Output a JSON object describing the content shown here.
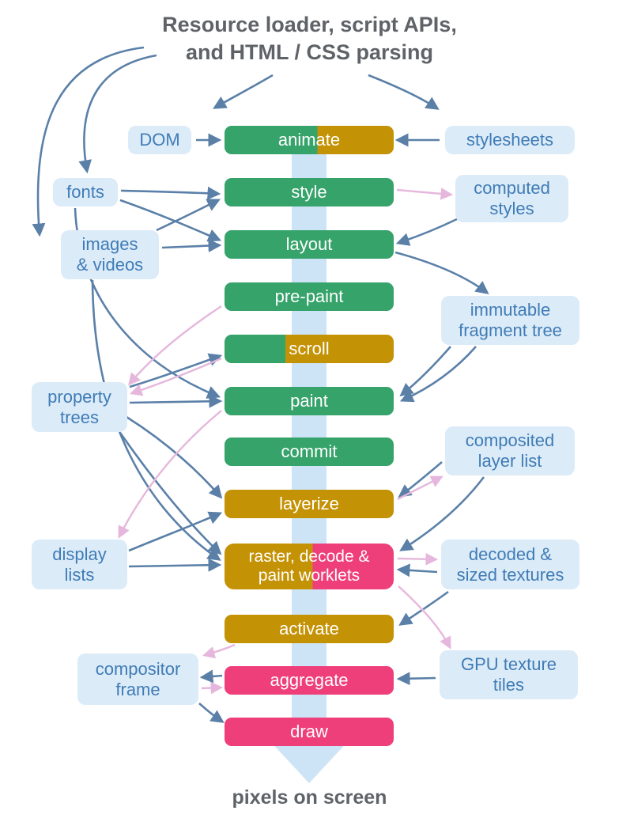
{
  "title": {
    "line1": "Resource loader, script APIs,",
    "line2": "and HTML / CSS parsing"
  },
  "footer_label": "pixels on screen",
  "palette": {
    "stage_green": "#35a36a",
    "stage_gold": "#c49205",
    "stage_pink": "#ef3f7b",
    "side_box_bg": "#dcebf8",
    "side_box_text": "#3f7cb6",
    "central_band": "#cde4f6",
    "arrow_dark": "#5b80a8",
    "arrow_pink": "#e6b7dc",
    "title_text": "#5f6368"
  },
  "stages": [
    {
      "label": "animate",
      "color": "green+gold"
    },
    {
      "label": "style",
      "color": "green"
    },
    {
      "label": "layout",
      "color": "green"
    },
    {
      "label": "pre-paint",
      "color": "green"
    },
    {
      "label": "scroll",
      "color": "green+gold"
    },
    {
      "label": "paint",
      "color": "green"
    },
    {
      "label": "commit",
      "color": "green"
    },
    {
      "label": "layerize",
      "color": "gold"
    },
    {
      "label": "raster, decode &\npaint worklets",
      "color": "gold+pink"
    },
    {
      "label": "activate",
      "color": "gold"
    },
    {
      "label": "aggregate",
      "color": "pink"
    },
    {
      "label": "draw",
      "color": "pink"
    }
  ],
  "side_nodes": [
    {
      "label": "DOM",
      "side": "left"
    },
    {
      "label": "stylesheets",
      "side": "right"
    },
    {
      "label": "fonts",
      "side": "left"
    },
    {
      "label": "computed\nstyles",
      "side": "right"
    },
    {
      "label": "images\n& videos",
      "side": "left"
    },
    {
      "label": "immutable\nfragment tree",
      "side": "right"
    },
    {
      "label": "property\ntrees",
      "side": "left"
    },
    {
      "label": "composited\nlayer list",
      "side": "right"
    },
    {
      "label": "display\nlists",
      "side": "left"
    },
    {
      "label": "decoded &\nsized textures",
      "side": "right"
    },
    {
      "label": "compositor\nframe",
      "side": "left"
    },
    {
      "label": "GPU texture\ntiles",
      "side": "right"
    }
  ],
  "edges": [
    {
      "from": "resource loader",
      "to": "animate area",
      "kind": "dark"
    },
    {
      "from": "resource loader",
      "to": "stylesheets",
      "kind": "dark"
    },
    {
      "from": "resource loader",
      "to": "fonts",
      "kind": "dark"
    },
    {
      "from": "resource loader",
      "to": "images & videos",
      "kind": "dark"
    },
    {
      "from": "DOM",
      "to": "animate",
      "kind": "dark"
    },
    {
      "from": "stylesheets",
      "to": "animate",
      "kind": "dark"
    },
    {
      "from": "fonts",
      "to": "style",
      "kind": "dark"
    },
    {
      "from": "fonts",
      "to": "layout",
      "kind": "dark"
    },
    {
      "from": "fonts",
      "to": "paint",
      "kind": "dark"
    },
    {
      "from": "images & videos",
      "to": "style",
      "kind": "dark"
    },
    {
      "from": "images & videos",
      "to": "layout",
      "kind": "dark"
    },
    {
      "from": "images & videos",
      "to": "raster, decode & paint worklets",
      "kind": "dark"
    },
    {
      "from": "computed styles",
      "to": "layout",
      "kind": "dark"
    },
    {
      "from": "layout",
      "to": "immutable fragment tree",
      "kind": "dark"
    },
    {
      "from": "immutable fragment tree",
      "to": "paint",
      "kind": "dark"
    },
    {
      "from": "property trees",
      "to": "scroll",
      "kind": "dark"
    },
    {
      "from": "property trees",
      "to": "paint",
      "kind": "dark"
    },
    {
      "from": "property trees",
      "to": "layerize",
      "kind": "dark"
    },
    {
      "from": "property trees",
      "to": "raster, decode & paint worklets",
      "kind": "dark"
    },
    {
      "from": "display lists",
      "to": "layerize",
      "kind": "dark"
    },
    {
      "from": "display lists",
      "to": "raster, decode & paint worklets",
      "kind": "dark"
    },
    {
      "from": "composited layer list",
      "to": "layerize",
      "kind": "dark"
    },
    {
      "from": "composited layer list",
      "to": "raster, decode & paint worklets",
      "kind": "dark"
    },
    {
      "from": "decoded & sized textures",
      "to": "raster, decode & paint worklets",
      "kind": "dark"
    },
    {
      "from": "decoded & sized textures",
      "to": "activate",
      "kind": "dark"
    },
    {
      "from": "GPU texture tiles",
      "to": "aggregate",
      "kind": "dark"
    },
    {
      "from": "aggregate",
      "to": "compositor frame",
      "kind": "dark"
    },
    {
      "from": "compositor frame",
      "to": "draw",
      "kind": "dark"
    },
    {
      "from": "style",
      "to": "computed styles",
      "kind": "pink"
    },
    {
      "from": "pre-paint",
      "to": "property trees",
      "kind": "pink"
    },
    {
      "from": "scroll",
      "to": "property trees",
      "kind": "pink"
    },
    {
      "from": "paint",
      "to": "display lists",
      "kind": "pink"
    },
    {
      "from": "layerize",
      "to": "composited layer list",
      "kind": "pink"
    },
    {
      "from": "raster, decode & paint worklets",
      "to": "decoded & sized textures",
      "kind": "pink"
    },
    {
      "from": "raster, decode & paint worklets",
      "to": "GPU texture tiles",
      "kind": "pink"
    },
    {
      "from": "activate",
      "to": "compositor frame",
      "kind": "pink"
    },
    {
      "from": "compositor frame",
      "to": "aggregate",
      "kind": "pink"
    }
  ]
}
